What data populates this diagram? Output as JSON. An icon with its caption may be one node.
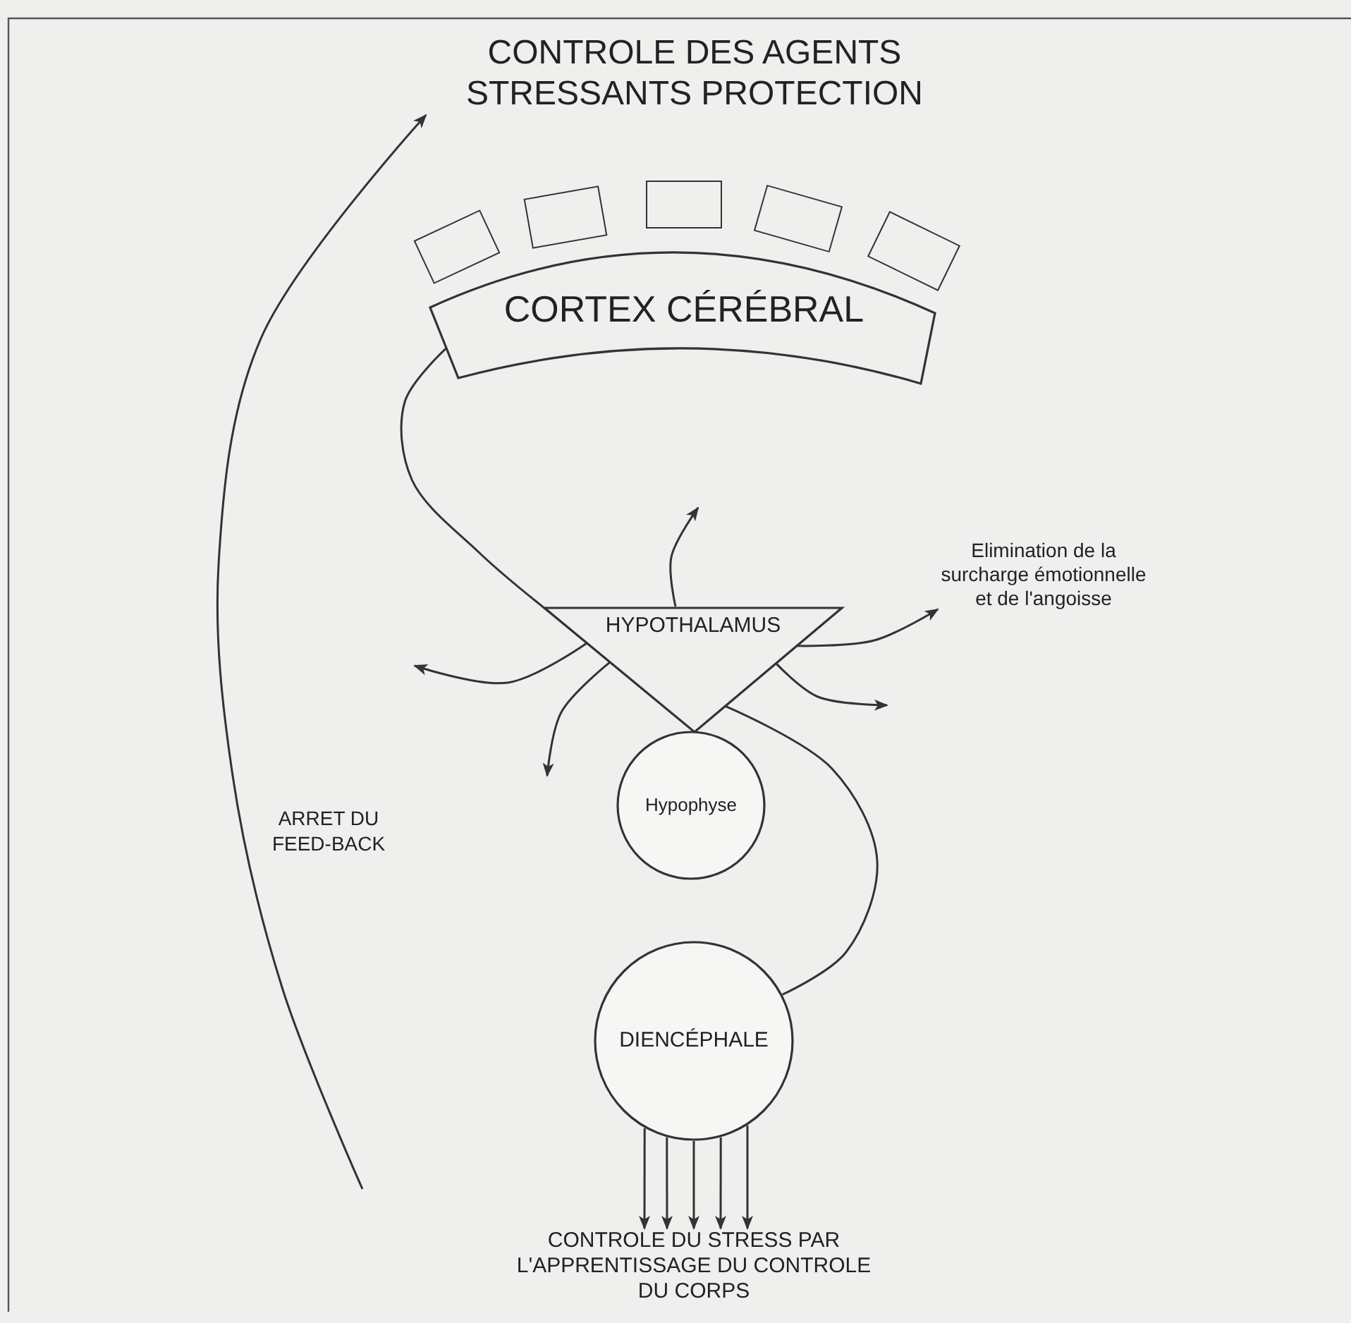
{
  "diagram": {
    "nodes": [
      {
        "text": [
          "CONTROLE DES AGENTS STRESSANTS PROTECTION"
        ]
      },
      {
        "text": [],
        "shape": "box"
      },
      {
        "text": [],
        "shape": "box"
      },
      {
        "text": [],
        "shape": "box"
      },
      {
        "text": [],
        "shape": "box"
      },
      {
        "text": [],
        "shape": "box"
      },
      {
        "text": [
          "CORTEX CÉRÉBRAL"
        ]
      },
      {
        "text": [
          "HYPOTHALAMUS"
        ]
      },
      {
        "text": [
          "Elimination de la surcharge émotionnelle et de l'angoisse"
        ]
      },
      {
        "text": [
          "Hypophyse"
        ]
      },
      {
        "text": [
          "DIENCÉPHALE"
        ]
      },
      {
        "text": [
          "CONTROLE DU STRESS PAR L'APPRENTISSAGE DU CONTROLE DU CORPS"
        ]
      }
    ],
    "edges": [
      {
        "from": null,
        "to": 0,
        "arrow": "to",
        "label": "ARRET DU FEED-BACK"
      },
      {
        "from": 6,
        "to": 7,
        "arrow": "none"
      },
      {
        "from": 7,
        "to": null,
        "arrow": "to"
      },
      {
        "from": 7,
        "to": null,
        "arrow": "to"
      },
      {
        "from": 7,
        "to": null,
        "arrow": "to"
      },
      {
        "from": 7,
        "to": null,
        "arrow": "to"
      },
      {
        "from": 7,
        "to": 8,
        "arrow": "to"
      },
      {
        "from": 7,
        "to": 10,
        "arrow": "none"
      },
      {
        "from": 10,
        "to": 11,
        "arrow": "to"
      },
      {
        "from": 10,
        "to": 11,
        "arrow": "to"
      },
      {
        "from": 10,
        "to": 11,
        "arrow": "to"
      },
      {
        "from": 10,
        "to": 11,
        "arrow": "to"
      },
      {
        "from": 10,
        "to": 11,
        "arrow": "to"
      }
    ]
  }
}
